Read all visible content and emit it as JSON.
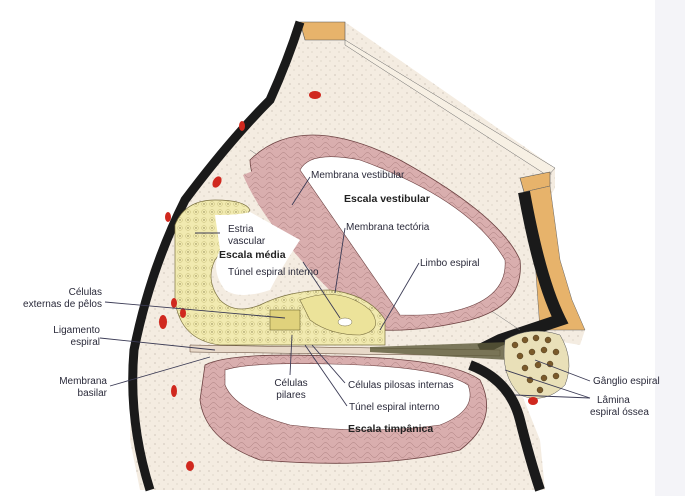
{
  "figure": {
    "subject": "Cochlea cross-section (Organ of Corti)",
    "colors": {
      "bone": "#f4ece1",
      "bone_dark_edge": "#1a1a1a",
      "bone_cut": "#e7b36b",
      "membrane_wall": "#d9aeae",
      "scala_lumen": "#ffffff",
      "epithelium": "#f1eab0",
      "blood_vessel": "#d0281e",
      "ganglion_cell": "#7a5a2a",
      "leader_line": "#3b3b55"
    }
  },
  "labels": {
    "membrana_vestibular": "Membrana vestibular",
    "escala_vestibular": "Escala vestibular",
    "membrana_tectoria": "Membrana tectória",
    "estria_vascular_1": "Estria",
    "estria_vascular_2": "vascular",
    "escala_media": "Escala média",
    "tunel_espiral_interno_top": "Túnel espiral interno",
    "limbo_espiral": "Limbo espiral",
    "celulas_externas_1": "Células",
    "celulas_externas_2": "externas de pêlos",
    "ligamento_espiral_1": "Ligamento",
    "ligamento_espiral_2": "espiral",
    "membrana_basilar_1": "Membrana",
    "membrana_basilar_2": "basilar",
    "celulas_pilares_1": "Células",
    "celulas_pilares_2": "pilares",
    "celulas_pilosas_internas": "Células pilosas internas",
    "tunel_espiral_interno_bottom": "Túnel espiral interno",
    "escala_timpanica": "Escala timpânica",
    "ganglio_espiral": "Gânglio espiral",
    "lamina_espiral_1": "Lâmina",
    "lamina_espiral_2": "espiral óssea"
  }
}
